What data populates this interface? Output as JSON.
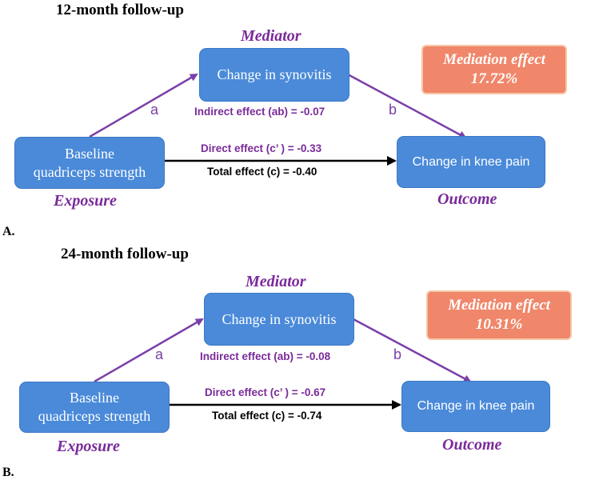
{
  "panels": [
    {
      "heading": "12-month follow-up",
      "mediator_role": "Mediator",
      "mediator_box": "Change in synovitis",
      "exposure_box": [
        "Baseline",
        "quadriceps strength"
      ],
      "exposure_role": "Exposure",
      "outcome_box": "Change in knee pain",
      "outcome_role": "Outcome",
      "path_a": "a",
      "path_b": "b",
      "indirect_effect": "Indirect effect (ab) = -0.07",
      "direct_effect": "Direct effect (c’ ) = -0.33",
      "total_effect": "Total effect (c) =  -0.40",
      "mediation_title": "Mediation effect",
      "mediation_value": "17.72%",
      "panel_letter": "A."
    },
    {
      "heading": "24-month follow-up",
      "mediator_role": "Mediator",
      "mediator_box": "Change in synovitis",
      "exposure_box": [
        "Baseline",
        "quadriceps strength"
      ],
      "exposure_role": "Exposure",
      "outcome_box": "Change in knee pain",
      "outcome_role": "Outcome",
      "path_a": "a",
      "path_b": "b",
      "indirect_effect": "Indirect effect (ab) = -0.08",
      "direct_effect": "Direct effect (c’ ) = -0.67",
      "total_effect": "Total effect (c) =  -0.74",
      "mediation_title": "Mediation effect",
      "mediation_value": "10.31%",
      "panel_letter": "B."
    }
  ],
  "colors": {
    "box_fill": "#4a8ad9",
    "mediation_fill": "#f0866a",
    "purple": "#7a2a9a",
    "arrow_purple": "#7b3fa8",
    "arrow_black": "#000000"
  }
}
